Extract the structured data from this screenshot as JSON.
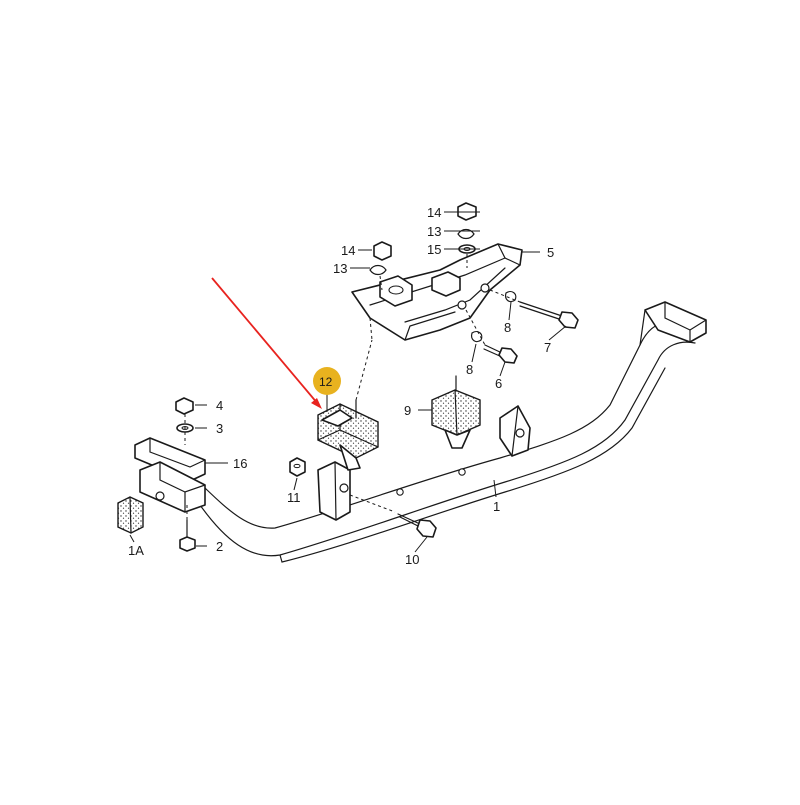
{
  "diagram": {
    "highlight_color": "#e8b21f",
    "arrow_color": "#e8231f",
    "line_color": "#1a1a1a",
    "highlighted_part": "12",
    "callouts": {
      "c1": "1",
      "c1A": "1A",
      "c2": "2",
      "c3": "3",
      "c4": "4",
      "c5": "5",
      "c6": "6",
      "c7": "7",
      "c8a": "8",
      "c8b": "8",
      "c9": "9",
      "c10": "10",
      "c11": "11",
      "c12": "12",
      "c13a": "13",
      "c13b": "13",
      "c14a": "14",
      "c14b": "14",
      "c15": "15",
      "c16": "16"
    }
  }
}
